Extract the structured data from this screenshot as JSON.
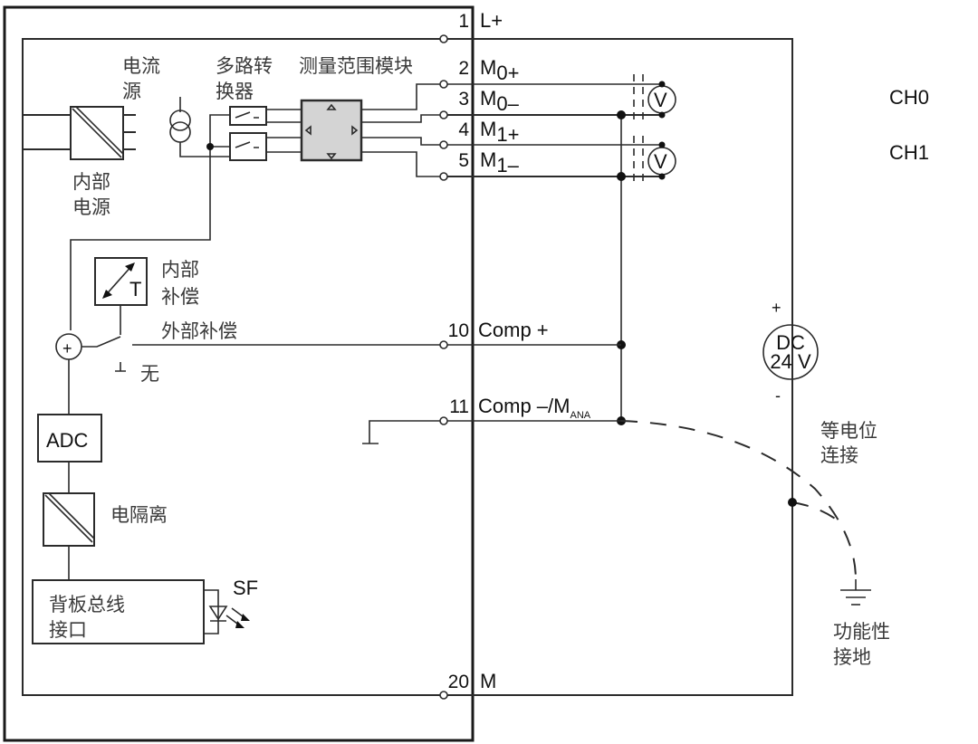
{
  "labels": {
    "current_source": [
      "电流",
      "源"
    ],
    "multiplexer": [
      "多路转",
      "换器"
    ],
    "measuring_range_module": "测量范围模块",
    "internal_power": [
      "内部",
      "电源"
    ],
    "internal_compensation": [
      "内部",
      "补偿"
    ],
    "external_compensation": "外部补偿",
    "none": "无",
    "adc": "ADC",
    "isolation": "电隔离",
    "backplane": [
      "背板总线",
      "接口"
    ],
    "sf": "SF",
    "equipotential": [
      "等电位",
      "连接"
    ],
    "functional_earth": [
      "功能性",
      "接地"
    ],
    "dc_supply": [
      "DC",
      "24 V"
    ],
    "plus": "+",
    "minus": "-",
    "temp_symbol": "T",
    "voltmeter": "V",
    "sum_symbol": "+"
  },
  "terminals": [
    {
      "num": "1",
      "name": "L+",
      "sub": "",
      "suffix": ""
    },
    {
      "num": "2",
      "name": "M",
      "sub": "0+",
      "suffix": ""
    },
    {
      "num": "3",
      "name": "M",
      "sub": "0–",
      "suffix": ""
    },
    {
      "num": "4",
      "name": "M",
      "sub": "1+",
      "suffix": ""
    },
    {
      "num": "5",
      "name": "M",
      "sub": "1–",
      "suffix": ""
    },
    {
      "num": "10",
      "name": "Comp +",
      "sub": "",
      "suffix": ""
    },
    {
      "num": "11",
      "name": "Comp –/M",
      "sub": "ANA",
      "suffix": ""
    },
    {
      "num": "20",
      "name": "M",
      "sub": "",
      "suffix": ""
    }
  ],
  "channels": [
    "CH0",
    "CH1"
  ]
}
